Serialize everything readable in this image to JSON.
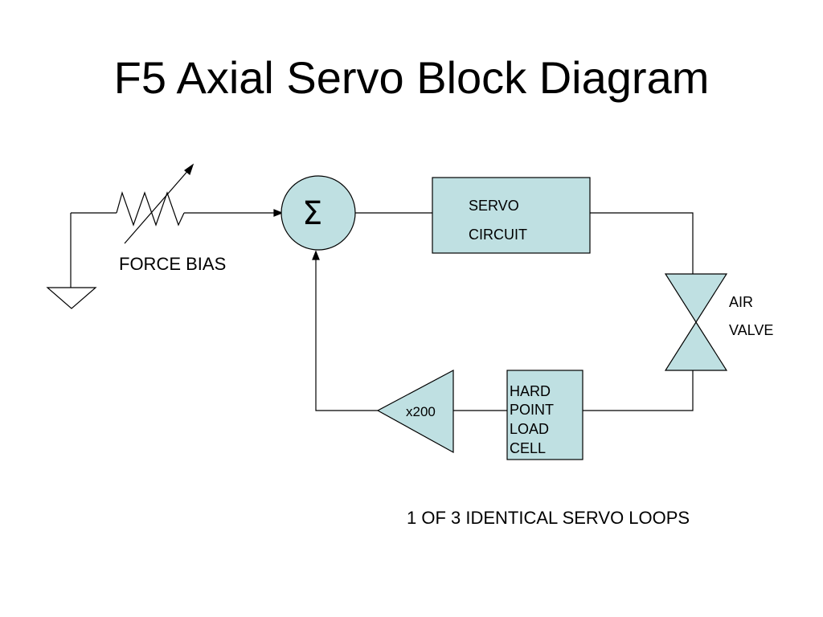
{
  "title": "F5 Axial Servo Block Diagram",
  "labels": {
    "force_bias": "FORCE BIAS",
    "summer_symbol": "Σ",
    "servo_line1": "SERVO",
    "servo_line2": "CIRCUIT",
    "air_line1": "AIR",
    "air_line2": "VALVE",
    "amplifier_gain": "x200",
    "load_cell_line1": "HARD",
    "load_cell_line2": "POINT",
    "load_cell_line3": "LOAD",
    "load_cell_line4": "CELL",
    "footnote": "1 OF 3 IDENTICAL SERVO LOOPS"
  },
  "colors": {
    "block_fill": "#bfe0e2",
    "stroke": "#000000"
  }
}
